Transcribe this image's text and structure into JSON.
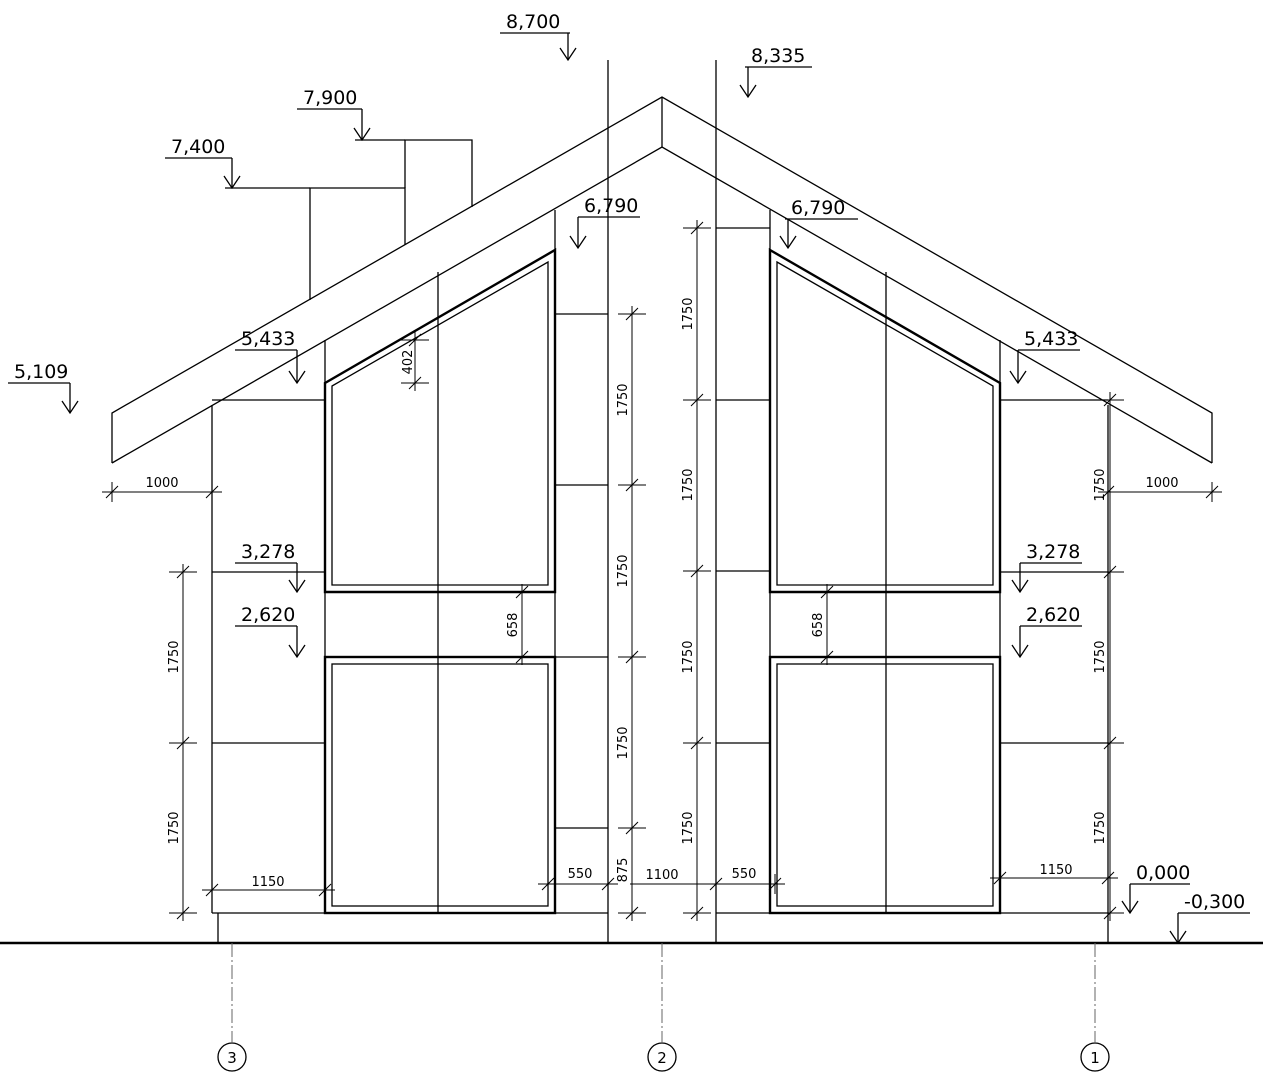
{
  "drawing": {
    "levels": [
      "8,700",
      "8,335",
      "7,900",
      "7,400",
      "6,790",
      "6,790",
      "5,433",
      "5,433",
      "5,109",
      "3,278",
      "3,278",
      "2,620",
      "2,620",
      "0,000",
      "-0,300"
    ],
    "dimensions": {
      "overhang_left": "1000",
      "overhang_right": "1000",
      "pier_left": "1150",
      "pier_right": "1150",
      "jamb_left": "550",
      "jamb_right": "550",
      "center": "1100",
      "transom_left": "658",
      "transom_right": "658",
      "slope": "402",
      "plinth": "875",
      "module": "1750"
    },
    "grid_axes": [
      "3",
      "2",
      "1"
    ],
    "colors": {
      "line": "#000000",
      "axis": "#666666"
    }
  }
}
